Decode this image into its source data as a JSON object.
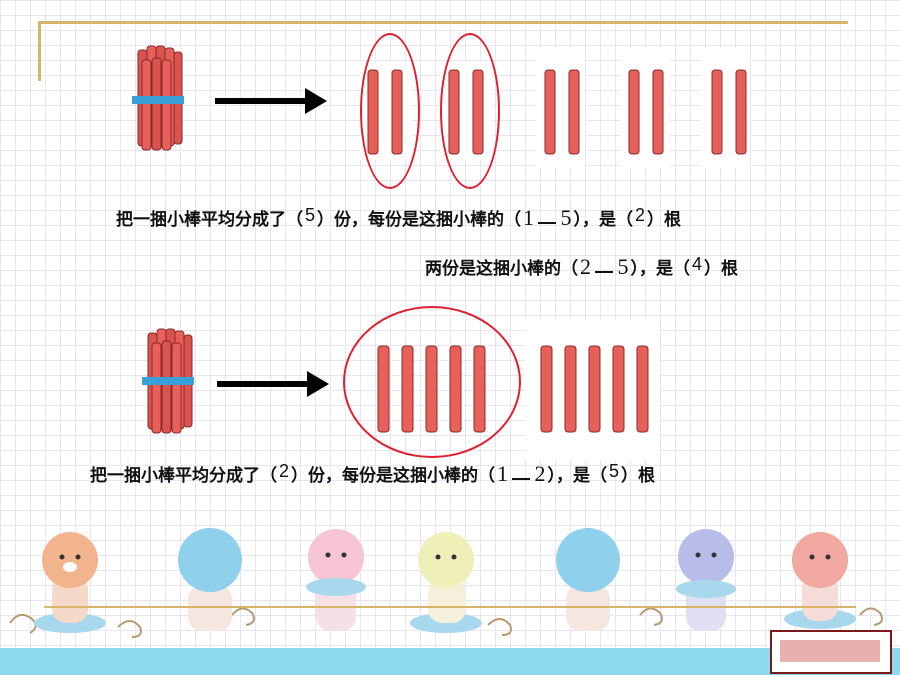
{
  "section1": {
    "line1": {
      "p1": "把一捆小棒平均分成了（",
      "a1": "5",
      "p2": "）份，每份是这捆小棒的（",
      "frac_num": "1",
      "frac_den": "5",
      "p3": "），是（",
      "a2": "2",
      "p4": "）根"
    },
    "line2": {
      "p1": "两份是这捆小棒的（",
      "frac_num": "2",
      "frac_den": "5",
      "p2": "），是（",
      "a1": "4",
      "p3": "）根"
    }
  },
  "section2": {
    "line1": {
      "p1": "把一捆小棒平均分成了（",
      "a1": "2",
      "p2": "）份，每份是这捆小棒的（",
      "frac_num": "1",
      "frac_den": "2",
      "p3": "），是（",
      "a2": "5",
      "p4": "）根"
    }
  },
  "colors": {
    "stick": "#e8605a",
    "oval": "#e02030",
    "frame": "#d6b46a",
    "footer": "#8fd9ef"
  }
}
